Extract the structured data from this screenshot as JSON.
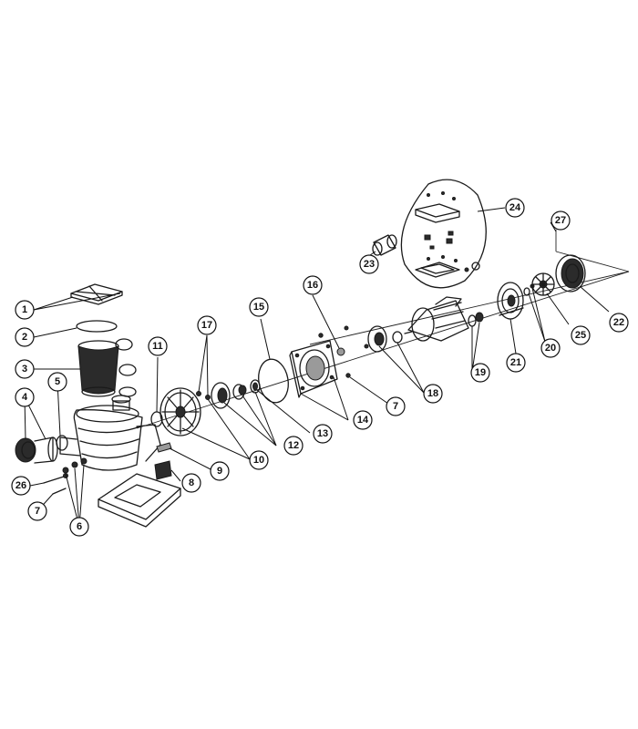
{
  "callouts": [
    {
      "id": "c1",
      "label": "1"
    },
    {
      "id": "c2",
      "label": "2"
    },
    {
      "id": "c3",
      "label": "3"
    },
    {
      "id": "c4",
      "label": "4"
    },
    {
      "id": "c5",
      "label": "5"
    },
    {
      "id": "c6",
      "label": "6"
    },
    {
      "id": "c7a",
      "label": "7"
    },
    {
      "id": "c7b",
      "label": "7"
    },
    {
      "id": "c8",
      "label": "8"
    },
    {
      "id": "c9",
      "label": "9"
    },
    {
      "id": "c10",
      "label": "10"
    },
    {
      "id": "c11",
      "label": "11"
    },
    {
      "id": "c12",
      "label": "12"
    },
    {
      "id": "c13",
      "label": "13"
    },
    {
      "id": "c14",
      "label": "14"
    },
    {
      "id": "c15",
      "label": "15"
    },
    {
      "id": "c16",
      "label": "16"
    },
    {
      "id": "c17",
      "label": "17"
    },
    {
      "id": "c18",
      "label": "18"
    },
    {
      "id": "c19",
      "label": "19"
    },
    {
      "id": "c20",
      "label": "20"
    },
    {
      "id": "c21",
      "label": "21"
    },
    {
      "id": "c22",
      "label": "22"
    },
    {
      "id": "c23",
      "label": "23"
    },
    {
      "id": "c24",
      "label": "24"
    },
    {
      "id": "c25",
      "label": "25"
    },
    {
      "id": "c26",
      "label": "26"
    },
    {
      "id": "c27",
      "label": "27"
    }
  ],
  "colors": {
    "ink": "#1a1a1a",
    "background": "#ffffff",
    "shade": "#9a9a9a"
  }
}
